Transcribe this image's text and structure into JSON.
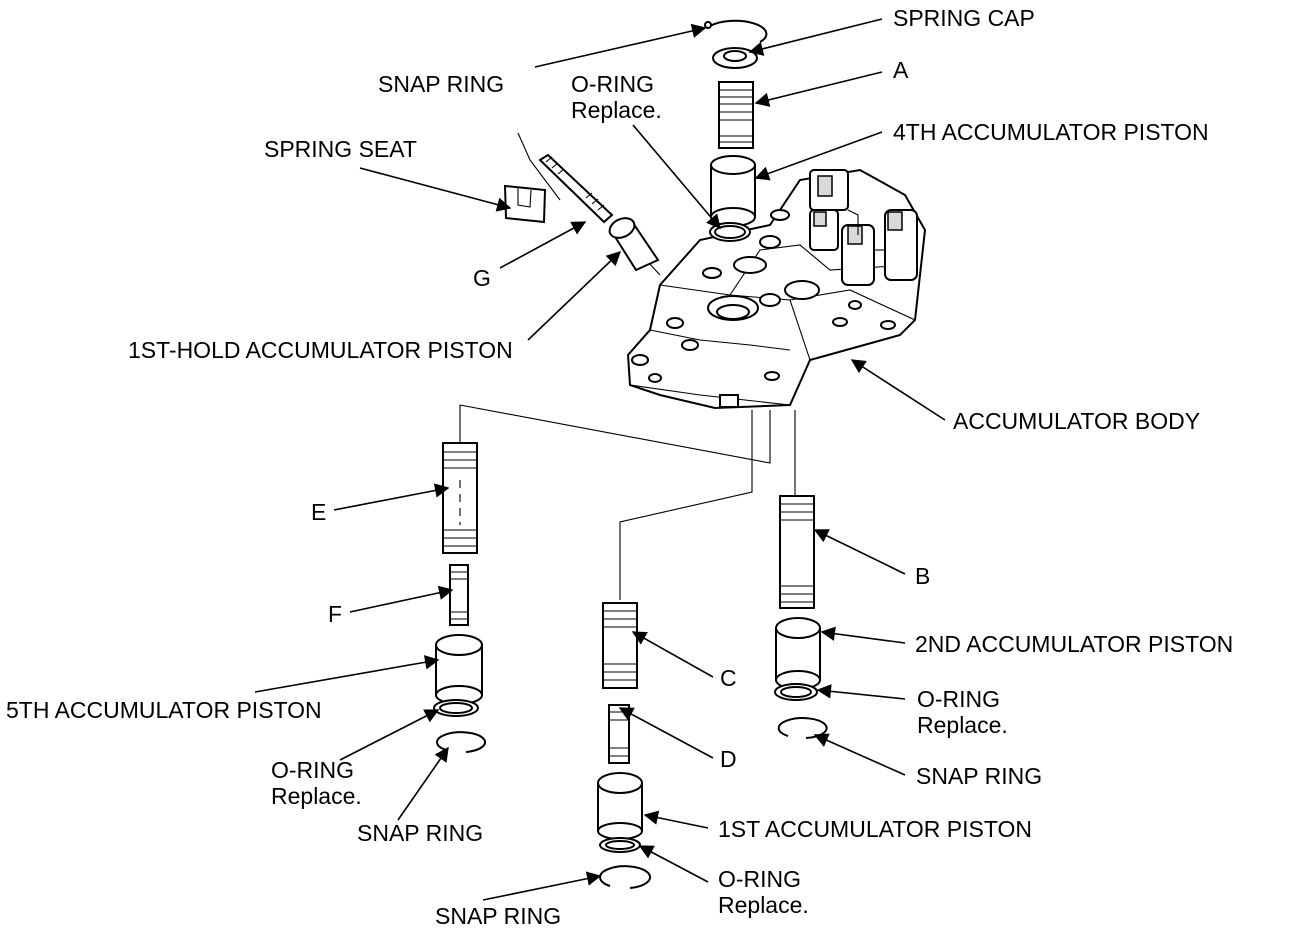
{
  "labels": {
    "snap_ring_top": "SNAP RING",
    "spring_cap": "SPRING CAP",
    "o_ring_top_1": "O-RING",
    "o_ring_top_2": "Replace.",
    "label_a": "A",
    "fourth_piston": "4TH ACCUMULATOR PISTON",
    "spring_seat": "SPRING SEAT",
    "label_g": "G",
    "first_hold_piston": "1ST-HOLD ACCUMULATOR PISTON",
    "accumulator_body": "ACCUMULATOR BODY",
    "label_e": "E",
    "label_f": "F",
    "fifth_piston": "5TH ACCUMULATOR PISTON",
    "o_ring_left_1": "O-RING",
    "o_ring_left_2": "Replace.",
    "snap_ring_left": "SNAP RING",
    "label_b": "B",
    "second_piston": "2ND ACCUMULATOR PISTON",
    "o_ring_right_1": "O-RING",
    "o_ring_right_2": "Replace.",
    "snap_ring_right": "SNAP RING",
    "label_c": "C",
    "label_d": "D",
    "first_piston": "1ST ACCUMULATOR PISTON",
    "o_ring_bottom_1": "O-RING",
    "o_ring_bottom_2": "Replace.",
    "snap_ring_bottom": "SNAP RING"
  },
  "colors": {
    "line": "#000000",
    "fill": "#ffffff",
    "shade": "#d9d9d9"
  }
}
